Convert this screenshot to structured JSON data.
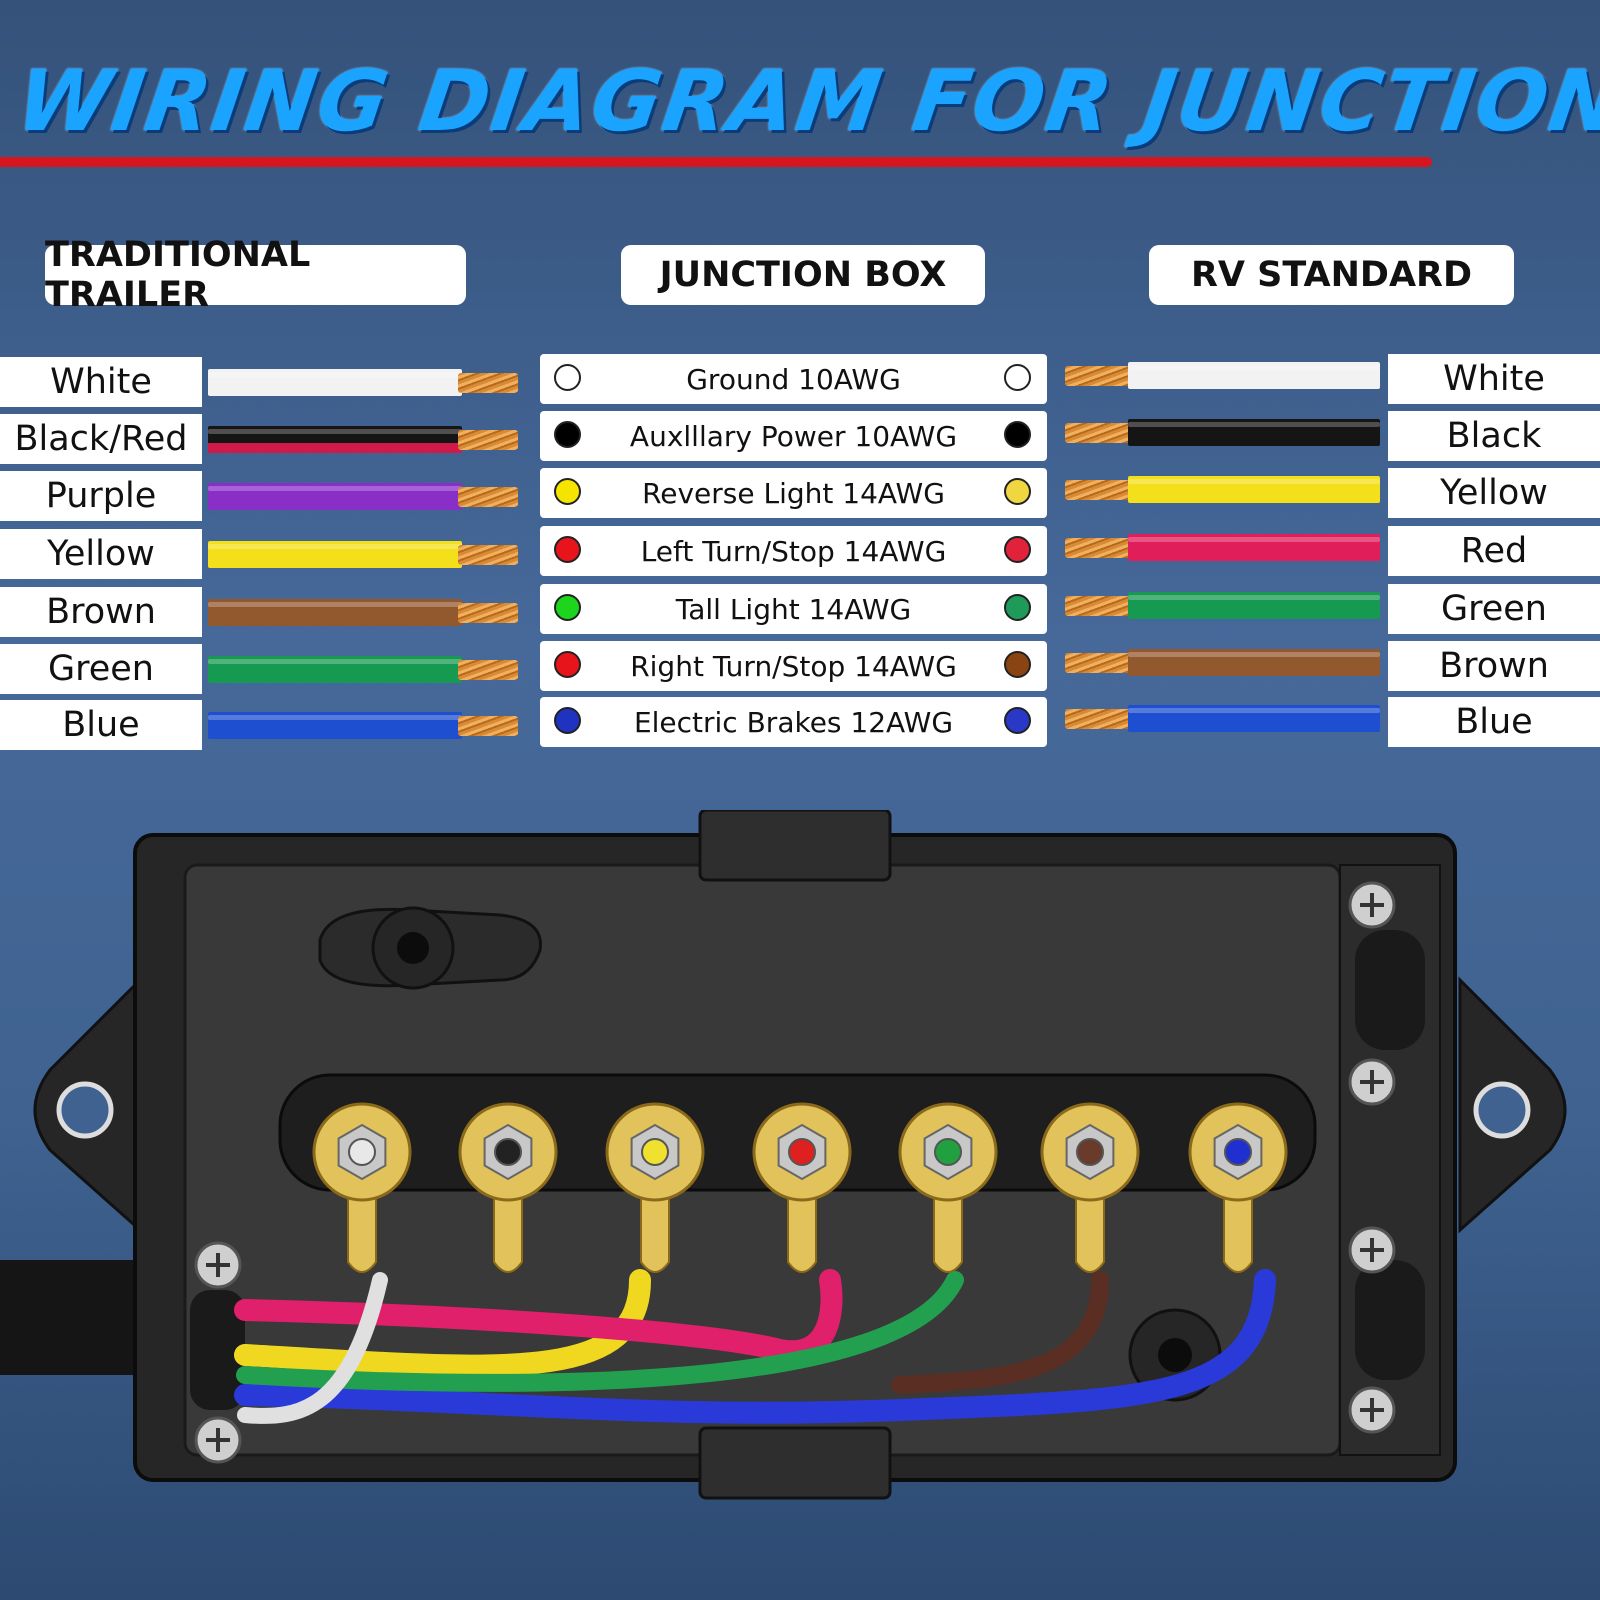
{
  "title": "WIRING DIAGRAM FOR JUNCTION BOX",
  "columns": {
    "left": "TRADITIONAL TRAILER",
    "center": "JUNCTION BOX",
    "right": "RV STANDARD"
  },
  "rows": [
    {
      "left": "White",
      "left_color": "#f2f2f2",
      "left_stripe": "",
      "circuit": "Ground 10AWG",
      "dot_left": "#ffffff",
      "dot_right": "#ffffff",
      "right": "White",
      "right_color": "#f2f2f2"
    },
    {
      "left": "Black/Red",
      "left_color": "#151515",
      "left_stripe": "#d01a4a",
      "circuit": "Auxlllary Power 10AWG",
      "dot_left": "#000000",
      "dot_right": "#000000",
      "right": "Black",
      "right_color": "#151515"
    },
    {
      "left": "Purple",
      "left_color": "#8a2ec8",
      "left_stripe": "",
      "circuit": "Reverse Light 14AWG",
      "dot_left": "#f5e400",
      "dot_right": "#f0d640",
      "right": "Yellow",
      "right_color": "#f4e01a"
    },
    {
      "left": "Yellow",
      "left_color": "#f4e01a",
      "left_stripe": "",
      "circuit": "Left Turn/Stop 14AWG",
      "dot_left": "#e8141c",
      "dot_right": "#e0223a",
      "right": "Red",
      "right_color": "#e01e5a"
    },
    {
      "left": "Brown",
      "left_color": "#93592e",
      "left_stripe": "",
      "circuit": "Tall Light 14AWG",
      "dot_left": "#1ed51e",
      "dot_right": "#1e9a5a",
      "right": "Green",
      "right_color": "#169a52"
    },
    {
      "left": "Green",
      "left_color": "#169a52",
      "left_stripe": "",
      "circuit": "Right Turn/Stop 14AWG",
      "dot_left": "#e8141c",
      "dot_right": "#8a4414",
      "right": "Brown",
      "right_color": "#93592e"
    },
    {
      "left": "Blue",
      "left_color": "#1e4fd0",
      "left_stripe": "",
      "circuit": "Electric Brakes 12AWG",
      "dot_left": "#2032c0",
      "dot_right": "#2a38c8",
      "right": "Blue",
      "right_color": "#1e4fd0"
    }
  ],
  "colors": {
    "title": "#1aa3ff",
    "rule": "#d6151e",
    "box": "#2e2e2e",
    "terminal_gold": "#e2c25a"
  },
  "terminal_pin_colors": [
    "#e8e8e8",
    "#222222",
    "#f0e030",
    "#e02020",
    "#20a040",
    "#6a3a2a",
    "#2030d0"
  ]
}
